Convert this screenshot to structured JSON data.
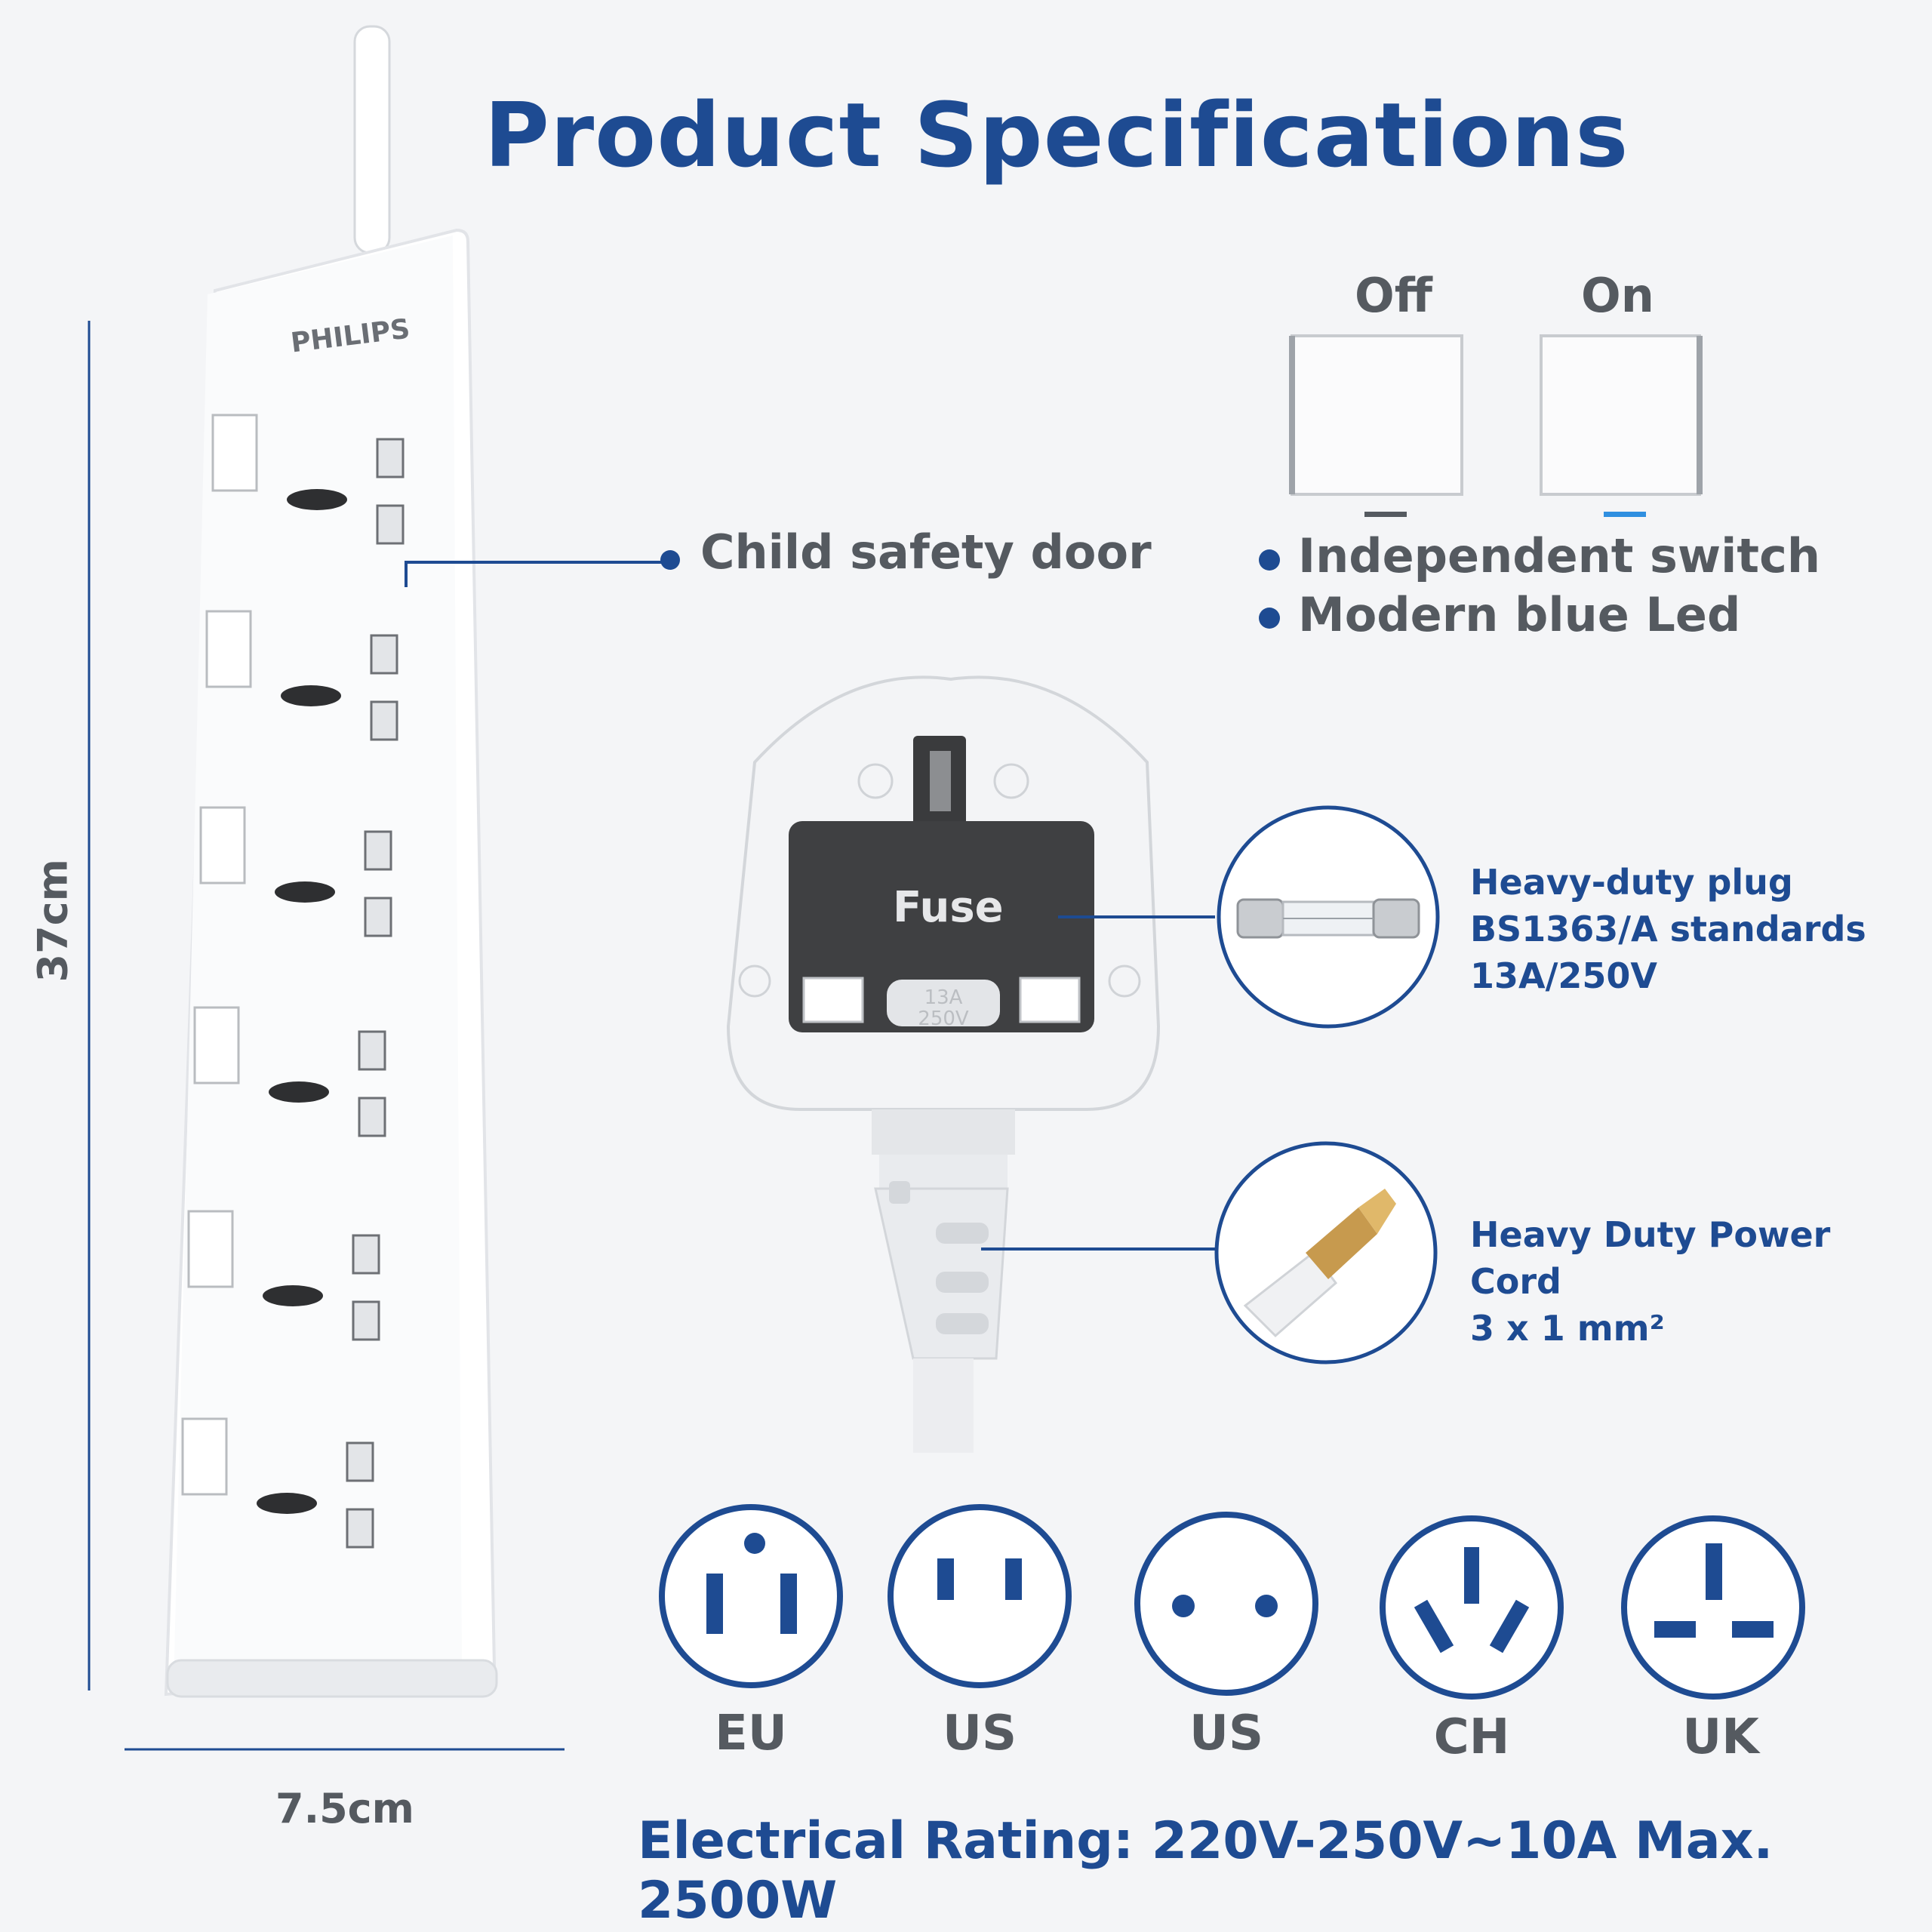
{
  "title": "Product Specifications",
  "brand": "PHILIPS",
  "dimensions": {
    "height": "37cm",
    "width": "7.5cm"
  },
  "switch": {
    "off_label": "Off",
    "on_label": "On"
  },
  "features": {
    "child_safety": "Child safety door",
    "independent_switch": "Independent switch",
    "blue_led": "Modern blue Led"
  },
  "plug": {
    "fuse_label": "Fuse",
    "fuse_rating": [
      "13A",
      "250V"
    ],
    "spec_lines": [
      "Heavy-duty plug",
      "BS1363/A standards",
      "13A/250V"
    ]
  },
  "cord": {
    "spec_lines": [
      "Heavy Duty Power Cord",
      "3 x 1 mm²"
    ]
  },
  "socket_types": [
    "EU",
    "US",
    "US",
    "CH",
    "UK"
  ],
  "rating": "Electrical Rating: 220V-250V~10A Max. 2500W",
  "colors": {
    "accent": "#1e4b92",
    "led": "#2f8fe0",
    "text_gray": "#555a60"
  },
  "icons": [
    "eu-plug-icon",
    "us-plug-icon",
    "us-round-plug-icon",
    "ch-plug-icon",
    "uk-plug-icon",
    "fuse-icon",
    "cord-icon"
  ]
}
